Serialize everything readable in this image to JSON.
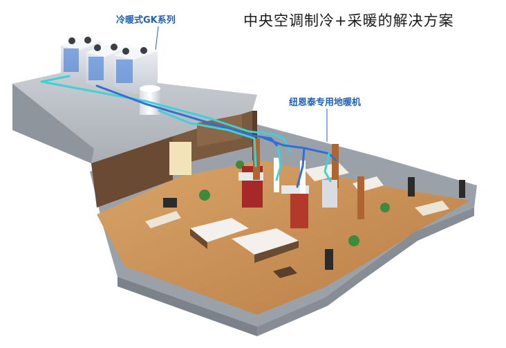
{
  "title": "中央空调制冷+采暖的解决方案",
  "callouts": {
    "outdoor_unit": "冷暖式GK系列",
    "floor_heating_unit": "纽恩泰专用地暖机"
  },
  "colors": {
    "title_text": "#1a1a1a",
    "callout_text": "#1f5fb8",
    "chilled_pipe": "#3fd0d8",
    "heating_pipe": "#2f6fd6",
    "roof": "#b9bec4",
    "wall_wood": "#6b4a33",
    "floor_wood": "#c98f55"
  }
}
